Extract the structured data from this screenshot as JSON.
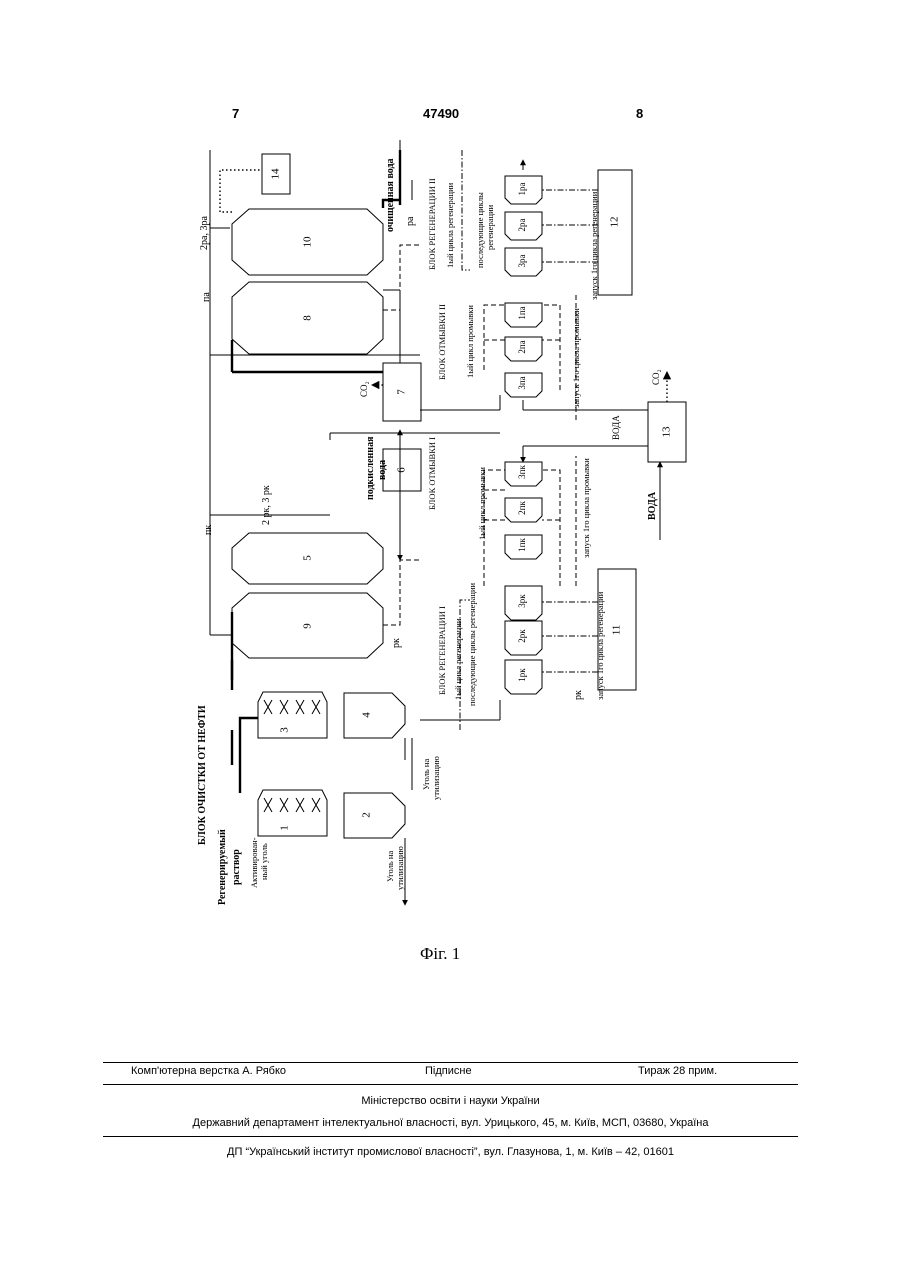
{
  "header": {
    "page_left": "7",
    "patent_number": "47490",
    "page_right": "8"
  },
  "figure": {
    "caption": "Фіг. 1",
    "units": {
      "u1": "1",
      "u2": "2",
      "u3": "3",
      "u4": "4",
      "u5": "5",
      "u6": "6",
      "u7": "7",
      "u8": "8",
      "u9": "9",
      "u10": "10",
      "u11": "11",
      "u12": "12",
      "u13": "13",
      "u14": "14"
    },
    "columns_k": {
      "reg": [
        "1рк",
        "2рк",
        "3рк"
      ],
      "wash": [
        "1пк",
        "2пк",
        "3пк"
      ]
    },
    "columns_a": {
      "reg": [
        "1ра",
        "2ра",
        "3ра"
      ],
      "wash": [
        "1па",
        "2па",
        "3па"
      ]
    },
    "labels": {
      "blok_ochistki": "БЛОК ОЧИСТКИ ОТ НЕФТИ",
      "regen_rastvor_1": "Регенерируемый",
      "regen_rastvor_2": "раствор",
      "act_coal_1": "Активирован-",
      "act_coal_2": "ный уголь",
      "coal_util_a_1": "Уголь на",
      "coal_util_a_2": "утилизацию",
      "coal_util_b_1": "Уголь на",
      "coal_util_b_2": "утилизацию",
      "pk": "пк",
      "rk": "рк",
      "rk2": "рк",
      "rk_set": "2 рк, 3 рк",
      "pa": "па",
      "ra": "ра",
      "ra_set": "2ра, 3ра",
      "acid_water_1": "подкисленная",
      "acid_water_2": "вода",
      "clean_water": "очищенная вода",
      "co2_a": "CO₂",
      "co2_b": "CO₂",
      "voda_top": "ВОДА",
      "voda_bottom": "ВОДА",
      "wash_block_1": "БЛОК ОТМЫВКИ I",
      "wash_first_1": "1ый цикл промывки",
      "wash_launch_1": "запуск 1го цикла промывки",
      "wash_block_2": "БЛОК ОТМЫВКИ II",
      "wash_first_2": "1ый цикл промывки",
      "wash_launch_2": "запуск 1го цикла промывки",
      "regen_block_1": "БЛОК РЕГЕНЕРАЦИИ I",
      "regen_first_1": "1ый цикл регенерации",
      "regen_next_1": "последующие циклы регенерации",
      "regen_launch_1": "запуск 1го цикла регенерации",
      "regen_block_2": "БЛОК РЕГЕНЕРАЦИИ II",
      "regen_first_2": "1ый цикла регенерации",
      "regen_next_2a": "последующие циклы",
      "regen_next_2b": "регенерации",
      "regen_launch_2": "запуск 1го цикла регенерации"
    }
  },
  "footer": {
    "layout": "Комп'ютерна верстка А. Рябко",
    "signed": "Підписне",
    "circulation": "Тираж 28 прим.",
    "ministry": "Міністерство освіти і науки України",
    "department": "Державний департамент інтелектуальної власності, вул. Урицького, 45, м. Київ, МСП, 03680, Україна",
    "institute": "ДП “Український інститут промислової власності”, вул. Глазунова, 1, м. Київ – 42, 01601"
  }
}
